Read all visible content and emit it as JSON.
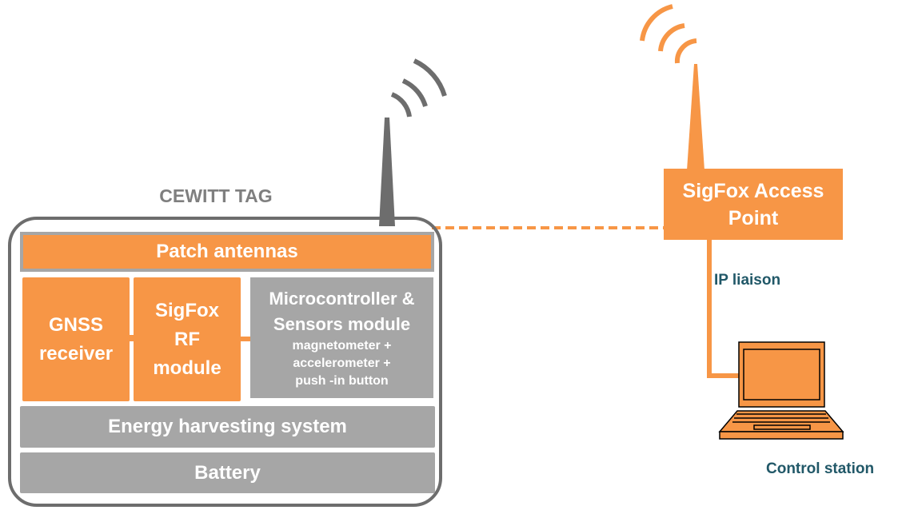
{
  "tag": {
    "title": "CEWITT TAG",
    "patch_antennas": "Patch antennas",
    "gnss": [
      "GNSS",
      "receiver"
    ],
    "sigfox_rf": [
      "SigFox",
      "RF",
      "module"
    ],
    "mcu": {
      "title": [
        "Microcontroller &",
        "Sensors module"
      ],
      "sensors": [
        "magnetometer +",
        "accelerometer +",
        "push -in button"
      ]
    },
    "energy": "Energy harvesting system",
    "battery": "Battery"
  },
  "access_point": {
    "label": [
      "SigFox Access",
      "Point"
    ]
  },
  "links": {
    "ip": "IP liaison"
  },
  "control_station": {
    "label": "Control station"
  },
  "colors": {
    "orange": "#f79646",
    "gray": "#a6a6a6",
    "dark_gray": "#6d6d6d",
    "teal_text": "#215868"
  }
}
